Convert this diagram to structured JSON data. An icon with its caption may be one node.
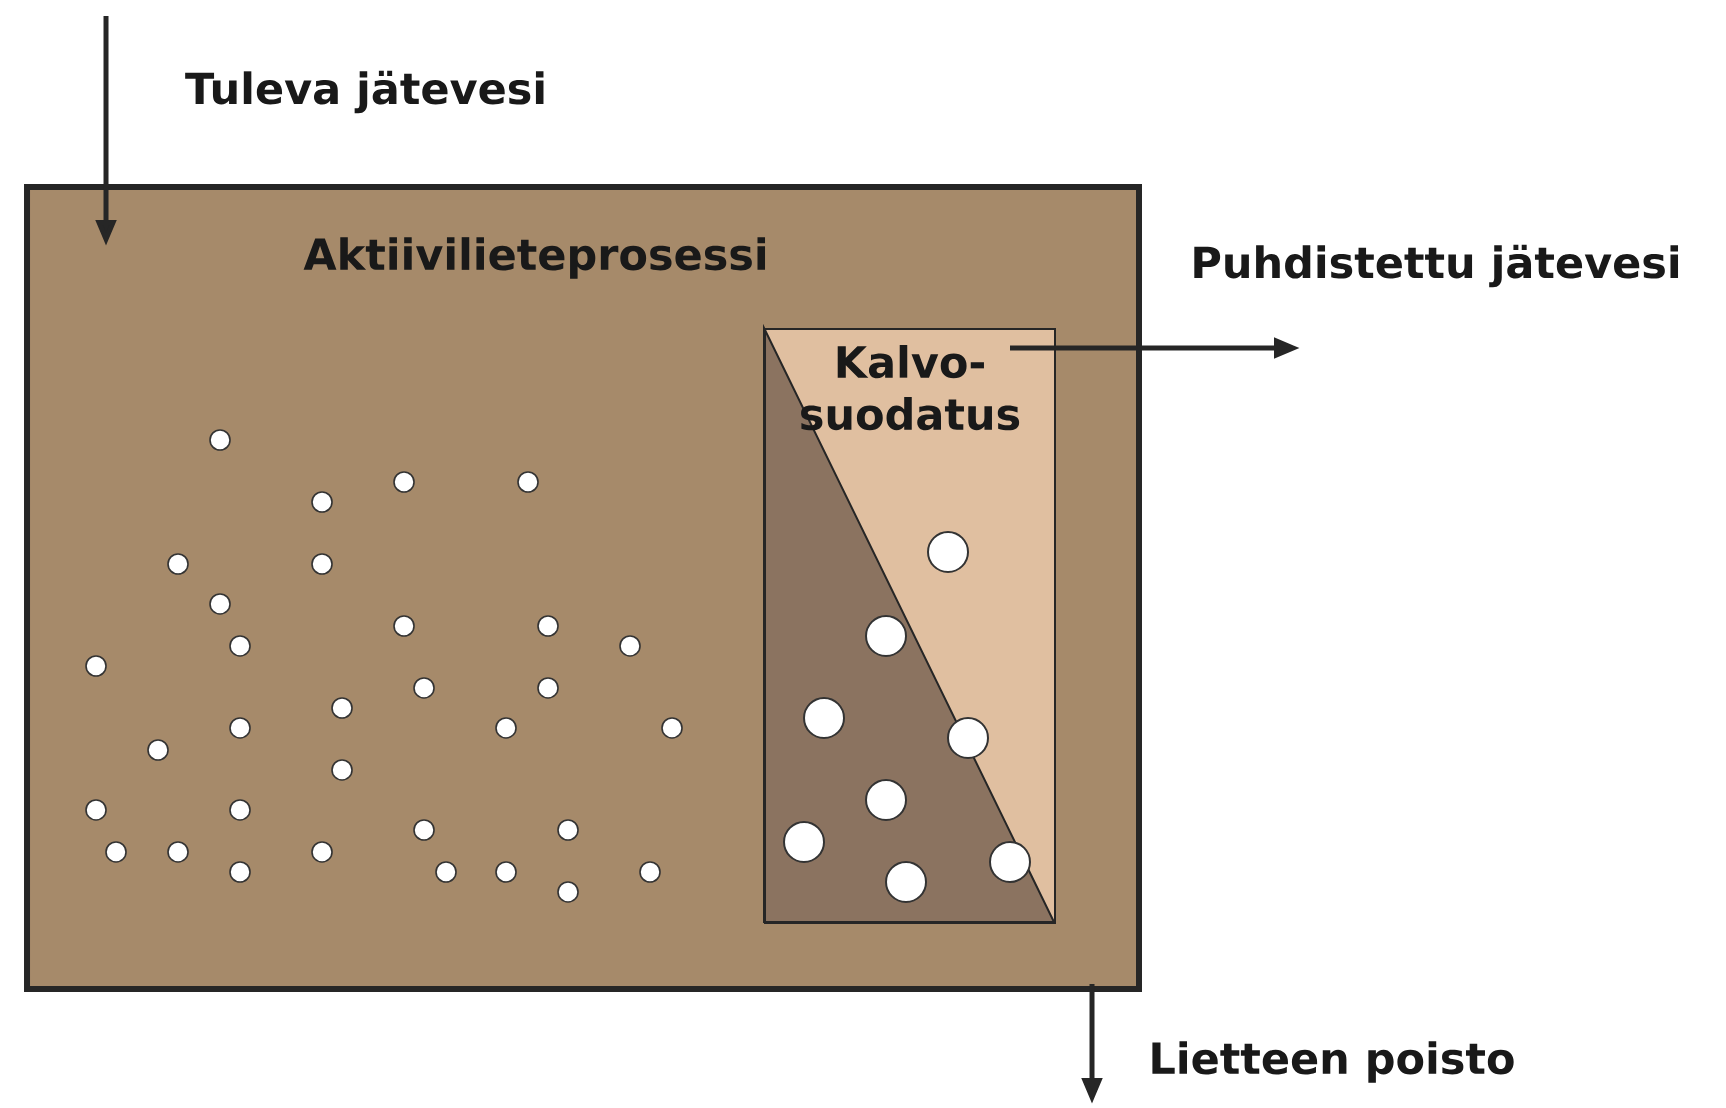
{
  "diagram": {
    "nodes": [
      {
        "text": [
          "Aktiivilieteprosessi"
        ]
      },
      {
        "text": [
          "Kalvo- suodatus"
        ],
        "in": 0
      }
    ],
    "edges": [
      {
        "from": null,
        "to": 0,
        "arrow": "to",
        "label": "Tuleva jätevesi"
      },
      {
        "from": 1,
        "to": null,
        "arrow": "to",
        "label": "Puhdistettu jätevesi"
      },
      {
        "from": 0,
        "to": null,
        "arrow": "to",
        "label": "Lietteen poisto"
      }
    ]
  }
}
